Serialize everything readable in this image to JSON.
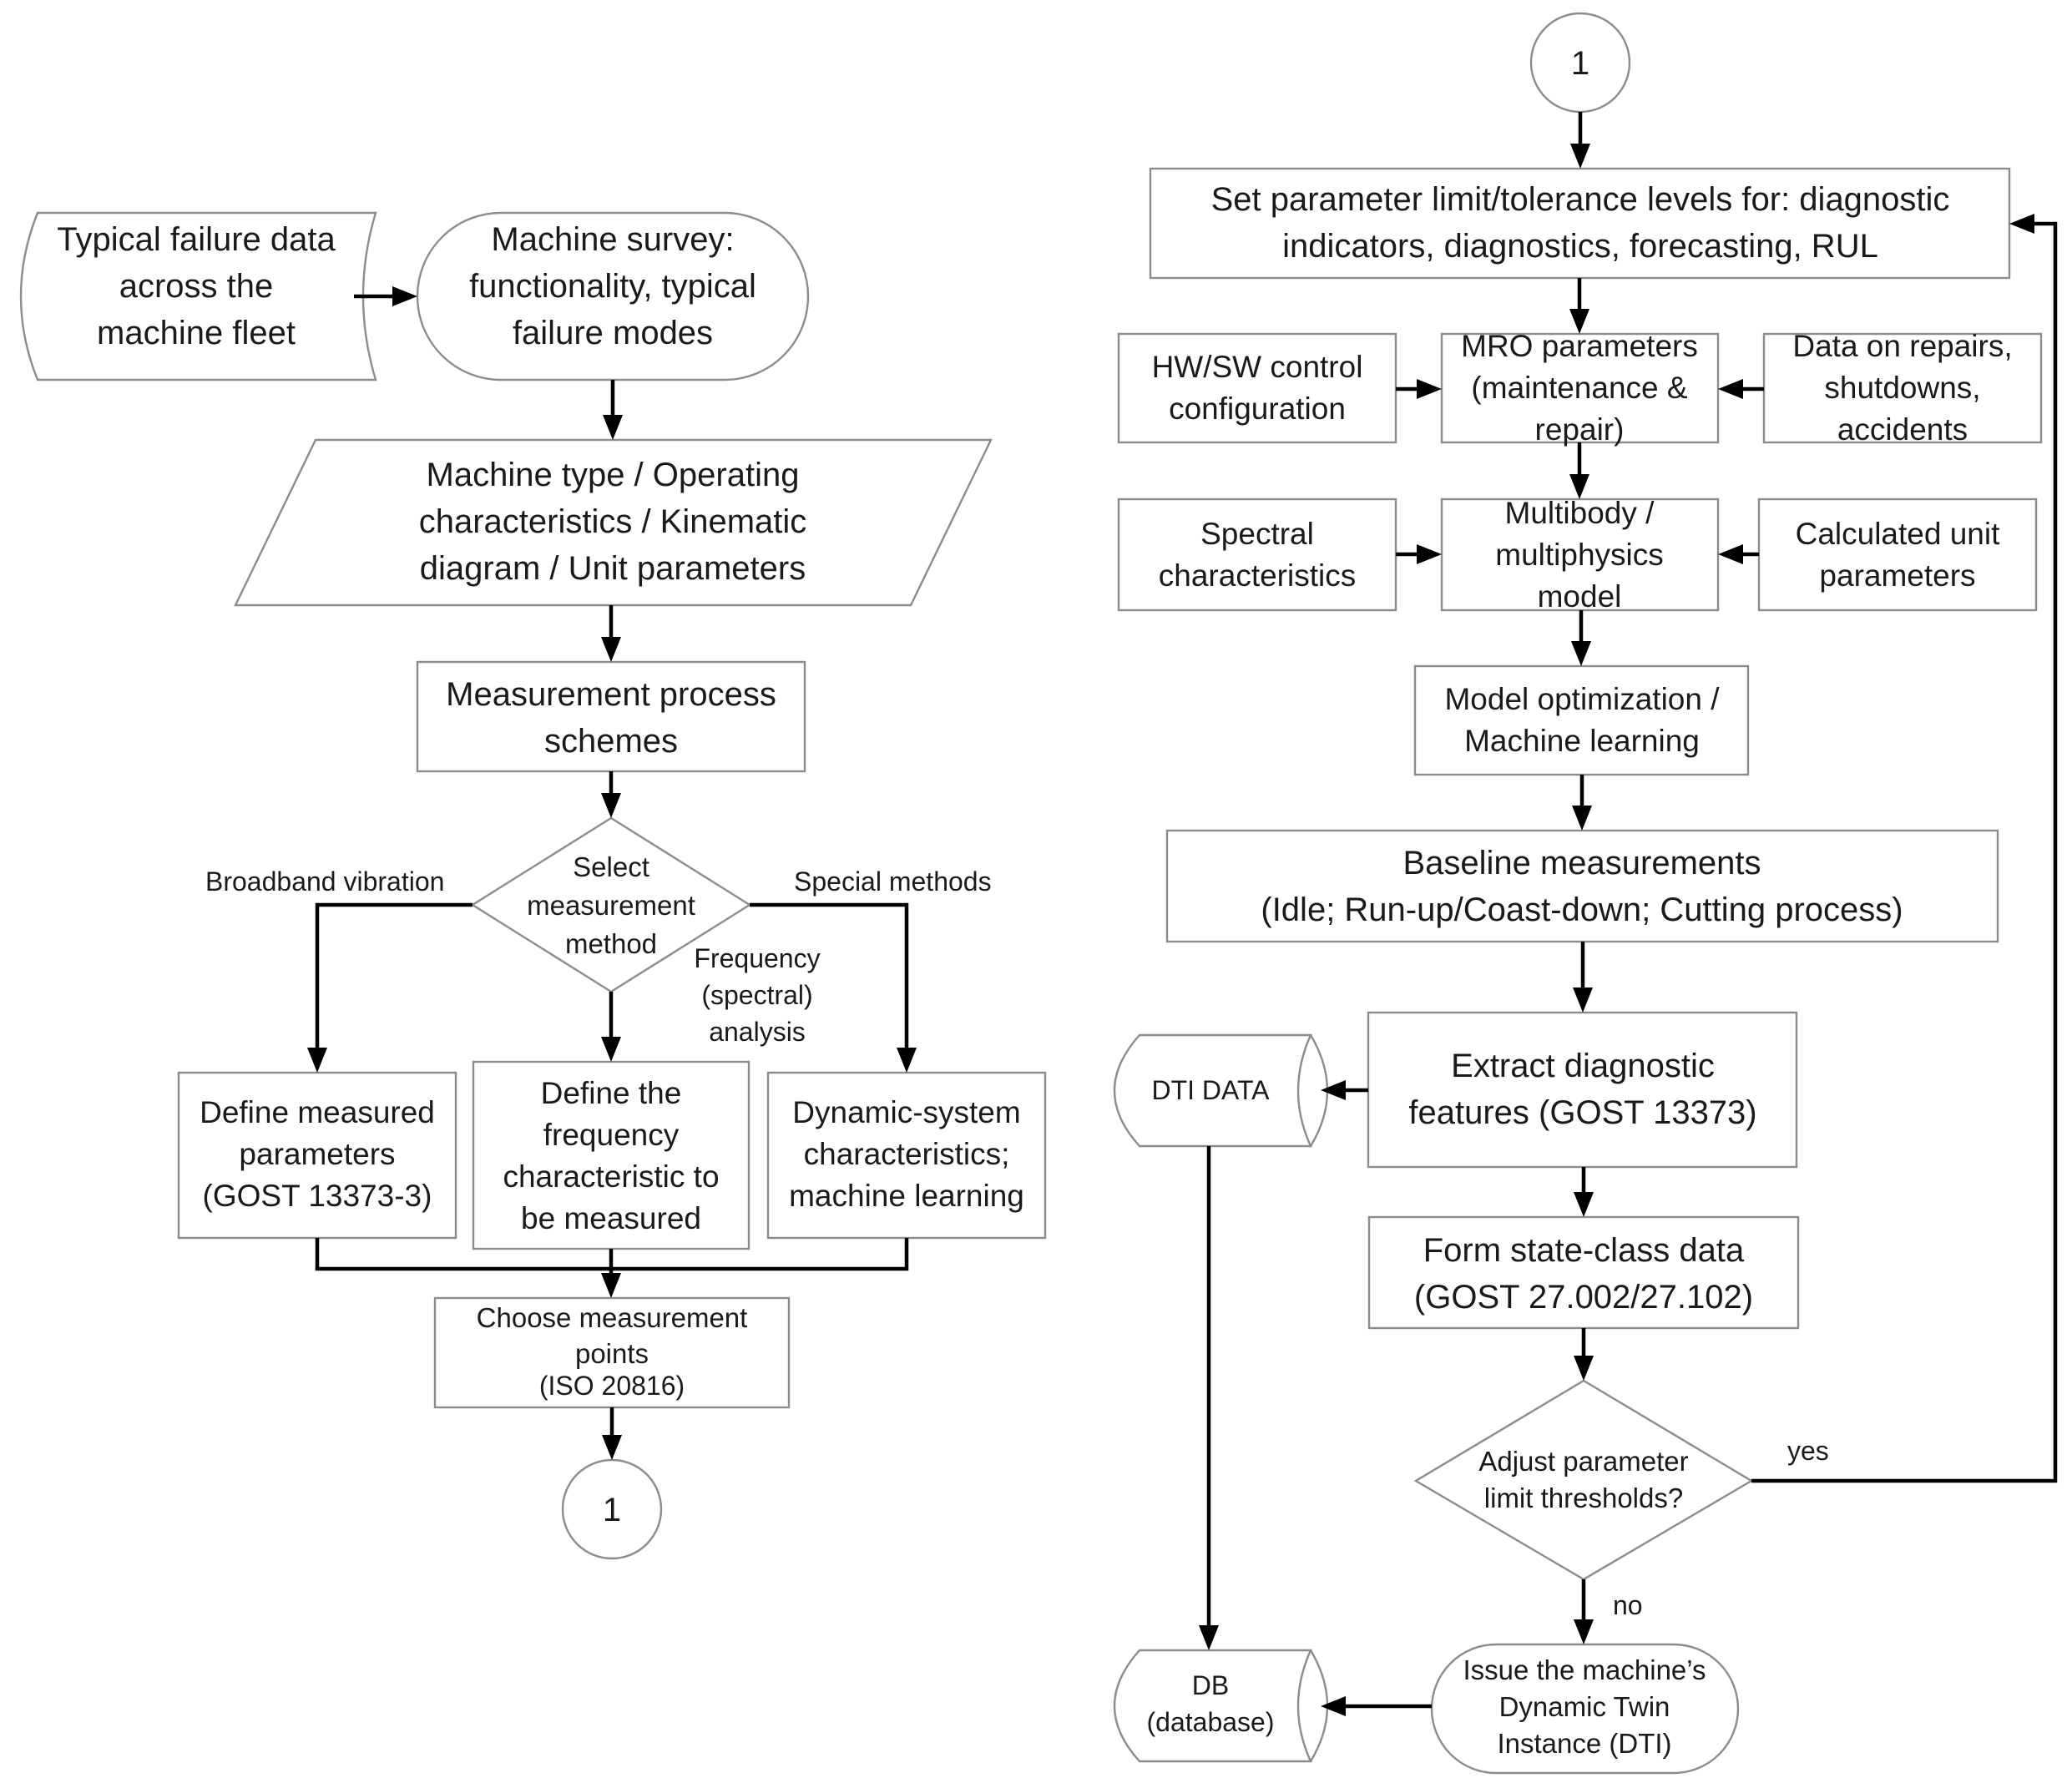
{
  "left": {
    "failure_data": [
      "Typical failure data",
      "across the",
      "machine fleet"
    ],
    "machine_survey": [
      "Machine survey:",
      "functionality, typical",
      "failure modes"
    ],
    "machine_type": [
      "Machine type / Operating",
      "characteristics / Kinematic",
      "diagram / Unit parameters"
    ],
    "measurement_schemes": [
      "Measurement process",
      "schemes"
    ],
    "select_method": [
      "Select",
      "measurement",
      "method"
    ],
    "branch_labels": {
      "broadband": "Broadband vibration",
      "frequency": [
        "Frequency",
        "(spectral)",
        "analysis"
      ],
      "special": "Special methods"
    },
    "define_measured": [
      "Define measured",
      "parameters",
      "(GOST 13373-3)"
    ],
    "define_frequency": [
      "Define the",
      "frequency",
      "characteristic to",
      "be measured"
    ],
    "dynamic_system": [
      "Dynamic-system",
      "characteristics;",
      "machine learning"
    ],
    "choose_points": [
      "Choose measurement",
      "points",
      "(ISO 20816)"
    ],
    "connector": "1"
  },
  "right": {
    "connector": "1",
    "set_limits": [
      "Set parameter limit/tolerance levels for: diagnostic",
      "indicators, diagnostics, forecasting, RUL"
    ],
    "hw_sw": [
      "HW/SW control",
      "configuration"
    ],
    "mro": [
      "MRO parameters",
      "(maintenance &",
      "repair)"
    ],
    "repairs_data": [
      "Data on repairs,",
      "shutdowns,",
      "accidents"
    ],
    "spectral": [
      "Spectral",
      "characteristics"
    ],
    "multibody": [
      "Multibody /",
      "multiphysics",
      "model"
    ],
    "calculated_unit": [
      "Calculated unit",
      "parameters"
    ],
    "model_opt": [
      "Model optimization /",
      "Machine learning"
    ],
    "baseline": [
      "Baseline measurements",
      "(Idle; Run-up/Coast-down; Cutting process)"
    ],
    "dti_data": "DTI DATA",
    "extract": [
      "Extract diagnostic",
      "features (GOST 13373)"
    ],
    "form_state": [
      "Form state-class data",
      "(GOST 27.002/27.102)"
    ],
    "adjust": [
      "Adjust parameter",
      "limit thresholds?"
    ],
    "yes_label": "yes",
    "no_label": "no",
    "issue_dti": [
      "Issue the machine’s",
      "Dynamic Twin",
      "Instance (DTI)"
    ],
    "db": [
      "DB",
      "(database)"
    ]
  }
}
